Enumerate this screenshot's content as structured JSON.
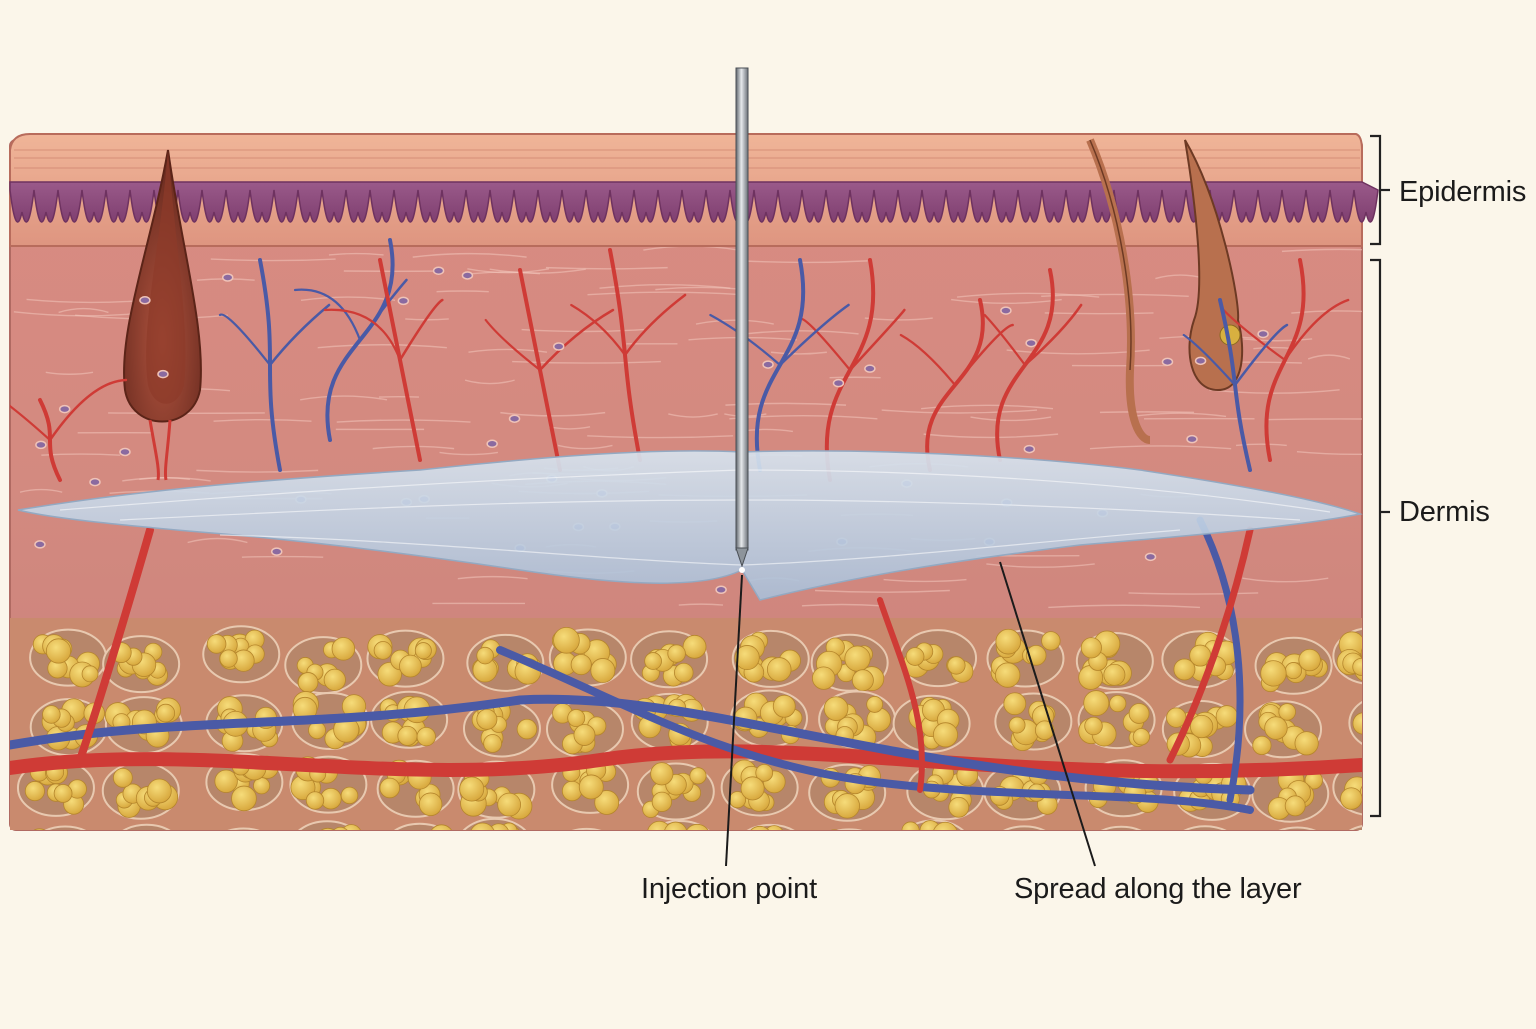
{
  "labels": {
    "epidermis": "Epidermis",
    "dermis": "Dermis",
    "injection_point": "Injection point",
    "spread": "Spread along the layer"
  },
  "colors": {
    "background": "#fbf6ea",
    "epidermis_surface": "#e8a38a",
    "epidermis_basal": "#8a4a7c",
    "dermis": "#d88f86",
    "fat": "#e2b84a",
    "artery": "#cf3b36",
    "vein": "#4a5aa6",
    "injected_fluid": "#b9cde0",
    "needle": "#8d949b"
  },
  "icons": [
    "needle-icon",
    "hair-follicle-icon"
  ]
}
